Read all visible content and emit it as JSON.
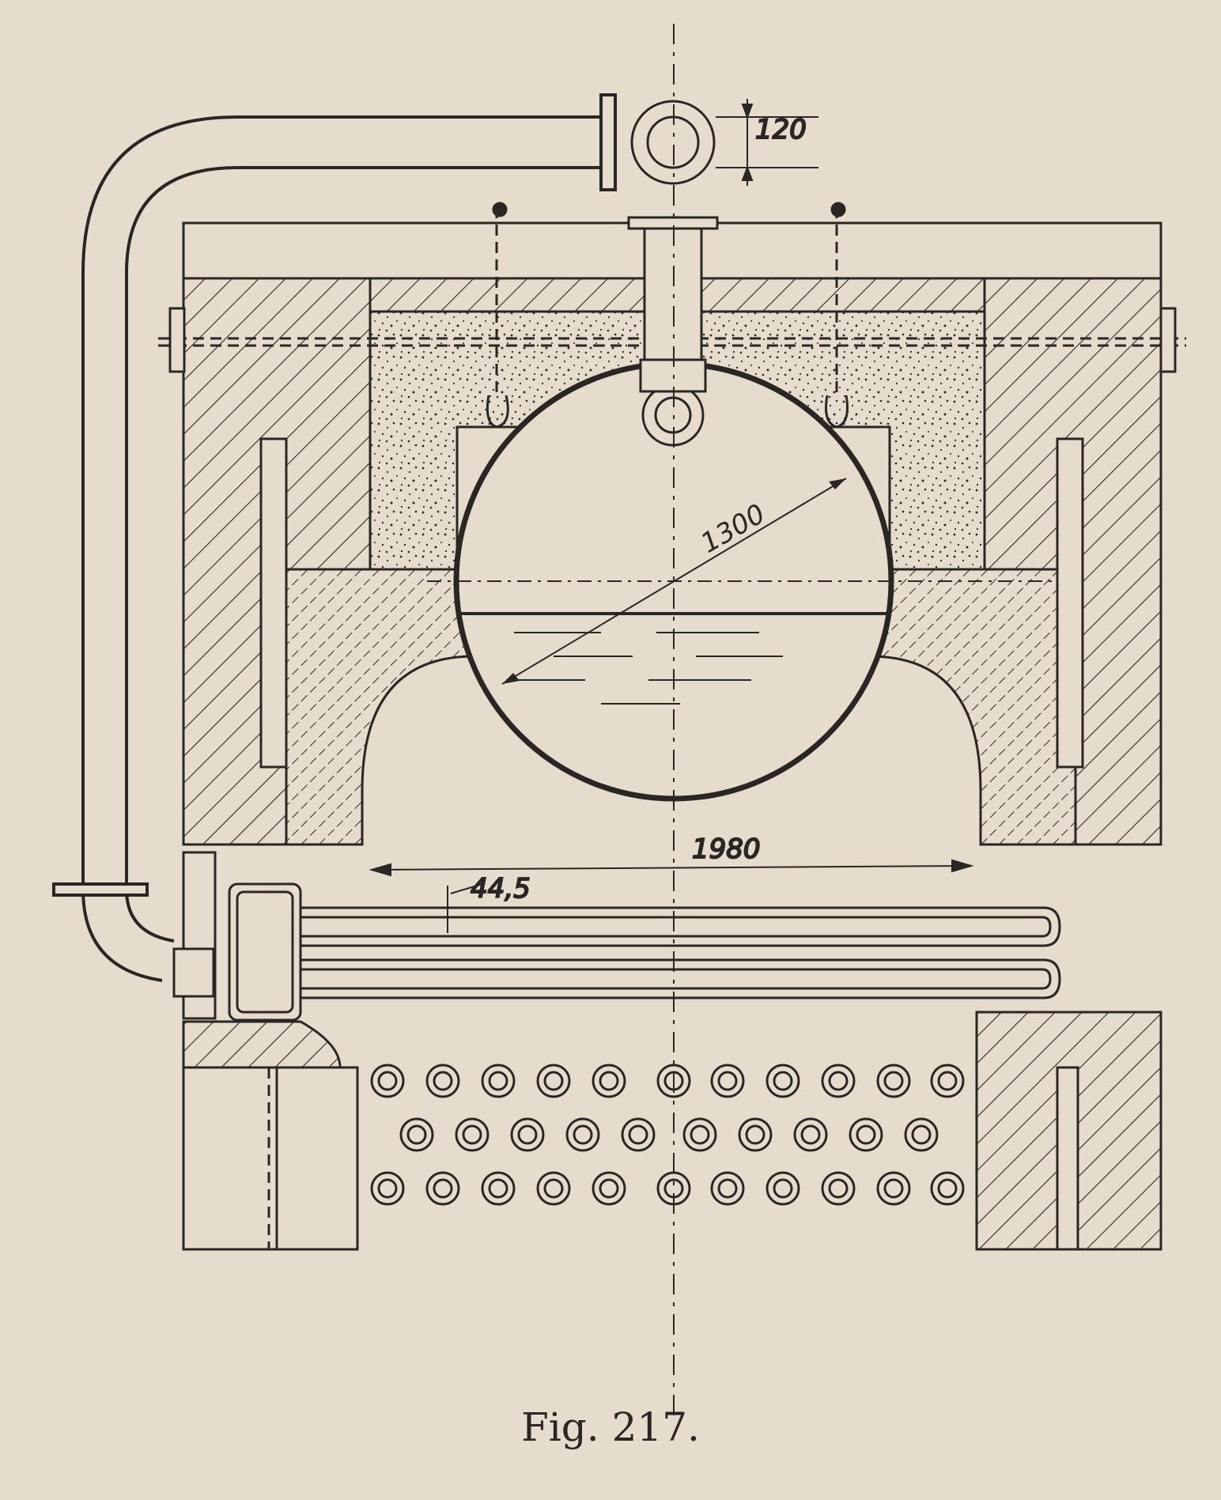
{
  "figure": {
    "caption": "Fig. 217.",
    "dimensions": {
      "pipe_diameter": "120",
      "drum_diameter": "1300",
      "furnace_width": "1980",
      "tube_spacing": "44,5"
    }
  },
  "colors": {
    "paper": "#e6dccd",
    "ink": "#2a2623"
  }
}
